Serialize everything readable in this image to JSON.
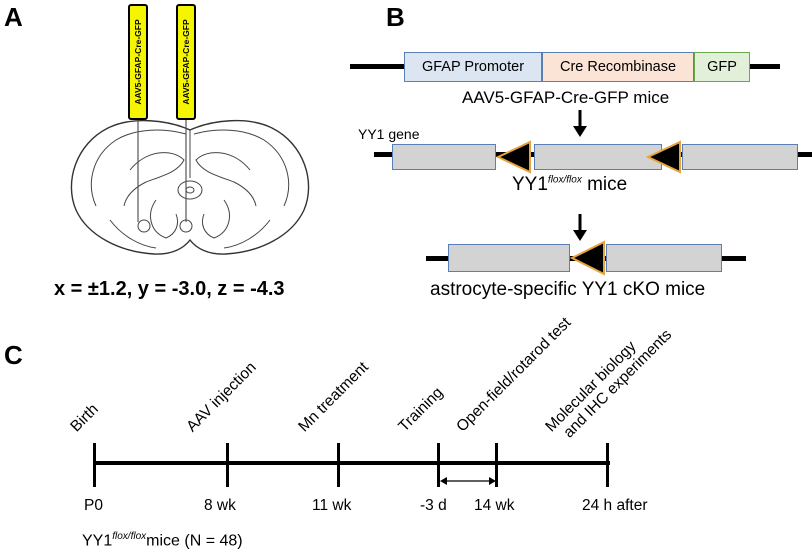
{
  "panels": {
    "a": "A",
    "b": "B",
    "c": "C"
  },
  "panel_a": {
    "probe_label": "AAV5-GFAP-Cre-GFP",
    "coordinates": "x = ±1.2, y = -3.0, z = -4.3"
  },
  "panel_b": {
    "construct": {
      "promoter": "GFAP Promoter",
      "recombinase": "Cre Recombinase",
      "reporter": "GFP"
    },
    "aav_mice_label": "AAV5-GFAP-Cre-GFP mice",
    "gene_label": "YY1 gene",
    "flox_mice": {
      "base": "YY1",
      "sup": "flox/flox",
      "suffix": " mice"
    },
    "cko_label": "astrocyte-specific YY1 cKO mice"
  },
  "panel_c": {
    "events": {
      "birth": "Birth",
      "aav": "AAV injection",
      "mn": "Mn treatment",
      "training": "Training",
      "openfield": "Open-field/rotarod test",
      "molecular_line1": "Molecular biology",
      "molecular_line2": "and IHC experiments"
    },
    "times": {
      "p0": "P0",
      "w8": "8 wk",
      "w11": "11 wk",
      "d3": "-3 d",
      "w14": "14 wk",
      "h24": "24 h after"
    },
    "cohort": {
      "base": "YY1",
      "sup": "flox/flox",
      "suffix": "mice (N = 48)"
    }
  },
  "colors": {
    "probe_fill": "#f5f500",
    "promoter_fill": "#dce6f2",
    "recombinase_fill": "#fbe3d6",
    "reporter_fill": "#e2f0d9",
    "grey_box": "#d3d3d3",
    "box_border": "#5a7fb5",
    "loxp_outline": "#e8a33c"
  }
}
